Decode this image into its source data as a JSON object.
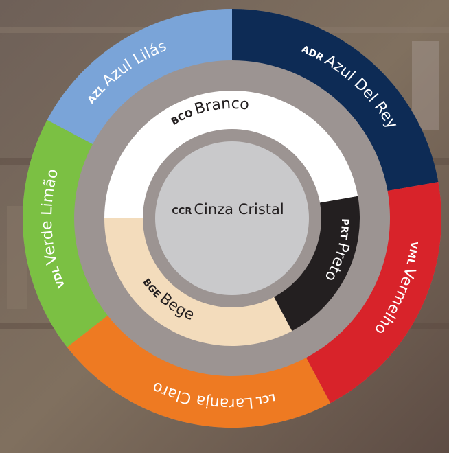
{
  "wheel": {
    "outer_ring": [
      {
        "code": "ADR",
        "name": "Azul Del Rey",
        "color": "#0d2b55",
        "text_color": "#ffffff"
      },
      {
        "code": "VML",
        "name": "Vermelho",
        "color": "#d8232a",
        "text_color": "#ffffff"
      },
      {
        "code": "LCL",
        "name": "Laranja Claro",
        "color": "#ee7a22",
        "text_color": "#ffffff"
      },
      {
        "code": "VDL",
        "name": "Verde Limão",
        "color": "#7bc043",
        "text_color": "#ffffff"
      },
      {
        "code": "AZL",
        "name": "Azul Lilás",
        "color": "#7aa4d8",
        "text_color": "#ffffff"
      }
    ],
    "inner_ring": [
      {
        "code": "PRT",
        "name": "Preto",
        "color": "#231f20",
        "text_color": "#ffffff"
      },
      {
        "code": "BGE",
        "name": "Bege",
        "color": "#f3dcbc",
        "text_color": "#231f20"
      },
      {
        "code": "BCO",
        "name": "Branco",
        "color": "#ffffff",
        "text_color": "#231f20"
      }
    ],
    "center": {
      "code": "CCR",
      "name": "Cinza Cristal",
      "color": "#c9c9cb",
      "text_color": "#231f20"
    },
    "gap_color": "#9c9492"
  }
}
